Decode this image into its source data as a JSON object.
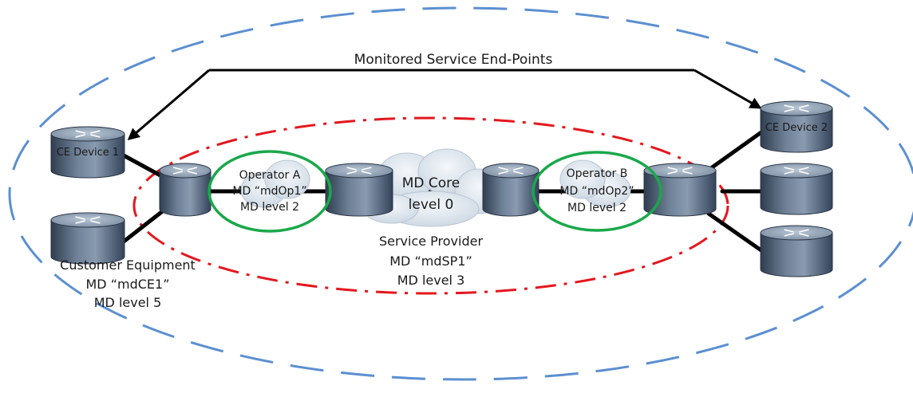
{
  "title": "Monitored Service End-Points",
  "customer_domain": {
    "line1": "Customer Equipment",
    "line2": "MD “mdCE1”",
    "line3": "MD level 5"
  },
  "provider_domain": {
    "line1": "Service Provider",
    "line2": "MD “mdSP1”",
    "line3": "MD level 3"
  },
  "operator_a": {
    "line1": "Operator A",
    "line2": "MD “mdOp1”",
    "line3": "MD level 2"
  },
  "operator_b": {
    "line1": "Operator B",
    "line2": "MD “mdOp2”",
    "line3": "MD level 2"
  },
  "core": {
    "line1": "MD Core",
    "line2": "level 0"
  },
  "devices": {
    "ce1": "CE Device 1",
    "ce2": "CE Device 2"
  },
  "colors": {
    "customer_ellipse": "#5b8fd1",
    "provider_ellipse": "#e3171d",
    "operator_ellipse": "#1aa84a",
    "router_body": "#4a5c72",
    "router_top": "#8a9cb0",
    "link": "#000000",
    "cloud": "#d9e3ec"
  }
}
